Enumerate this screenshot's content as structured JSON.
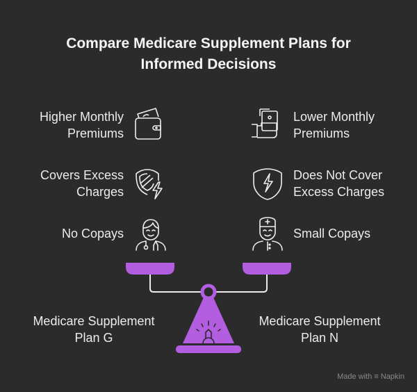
{
  "title_line1": "Compare Medicare Supplement Plans for",
  "title_line2": "Informed Decisions",
  "left": [
    {
      "line1": "Higher Monthly",
      "line2": "Premiums",
      "icon": "wallet-icon"
    },
    {
      "line1": "Covers Excess",
      "line2": "Charges",
      "icon": "shield-lightning-icon"
    },
    {
      "line1": "No Copays",
      "icon": "doctor-icon"
    }
  ],
  "right": [
    {
      "line1": "Lower Monthly",
      "line2": "Premiums",
      "icon": "hand-money-icon"
    },
    {
      "line1": "Does Not Cover",
      "line2": "Excess Charges",
      "icon": "shield-bolt-icon"
    },
    {
      "line1": "Small Copays",
      "icon": "nurse-icon"
    }
  ],
  "plan_left": {
    "line1": "Medicare Supplement",
    "line2": "Plan G"
  },
  "plan_right": {
    "line1": "Medicare Supplement",
    "line2": "Plan N"
  },
  "footer": {
    "made_with": "Made with",
    "brand": "Napkin"
  },
  "colors": {
    "background": "#2b2b2b",
    "accent": "#b35ee0",
    "text": "#ececec"
  }
}
